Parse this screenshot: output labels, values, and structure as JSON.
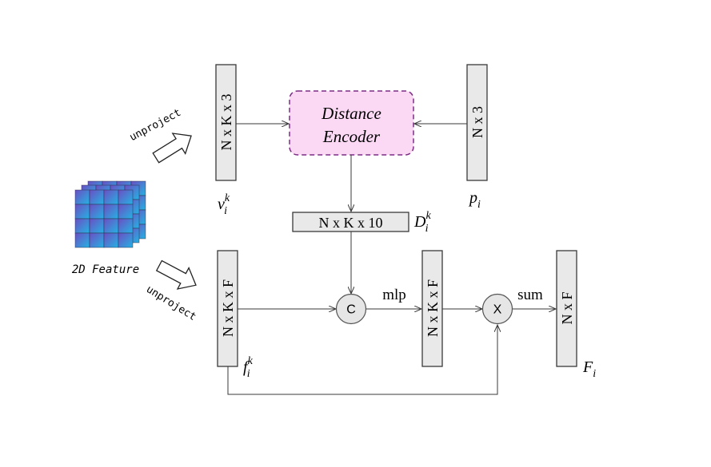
{
  "colors": {
    "encoder_fill": "#fbd9f5",
    "encoder_border": "#7b2d83",
    "box_fill": "#e9e9e9",
    "feature_grid_start": "#6a4fc4",
    "feature_grid_end": "#25b2e2"
  },
  "feature": {
    "label": "2D Feature"
  },
  "arrows": {
    "unproject_top": "unproject",
    "unproject_bottom": "unproject"
  },
  "encoder": {
    "line1": "Distance",
    "line2": "Encoder"
  },
  "boxes": {
    "v_box": "N x K x 3",
    "p_box": "N x 3",
    "d_box": "N x K x 10",
    "f_box": "N x K x F",
    "mlp_box": "N x K x F",
    "out_box": "N x F"
  },
  "labels": {
    "v": {
      "base": "v",
      "sub": "i",
      "sup": "k"
    },
    "p": {
      "base": "p",
      "sub": "i"
    },
    "d": {
      "base": "D",
      "sub": "i",
      "sup": "k"
    },
    "f": {
      "base": "f",
      "sub": "i",
      "sup": "k"
    },
    "F": {
      "base": "F",
      "sub": "i"
    }
  },
  "ops": {
    "concat": "C",
    "multiply": "X"
  },
  "edges": {
    "mlp": "mlp",
    "sum": "sum"
  }
}
